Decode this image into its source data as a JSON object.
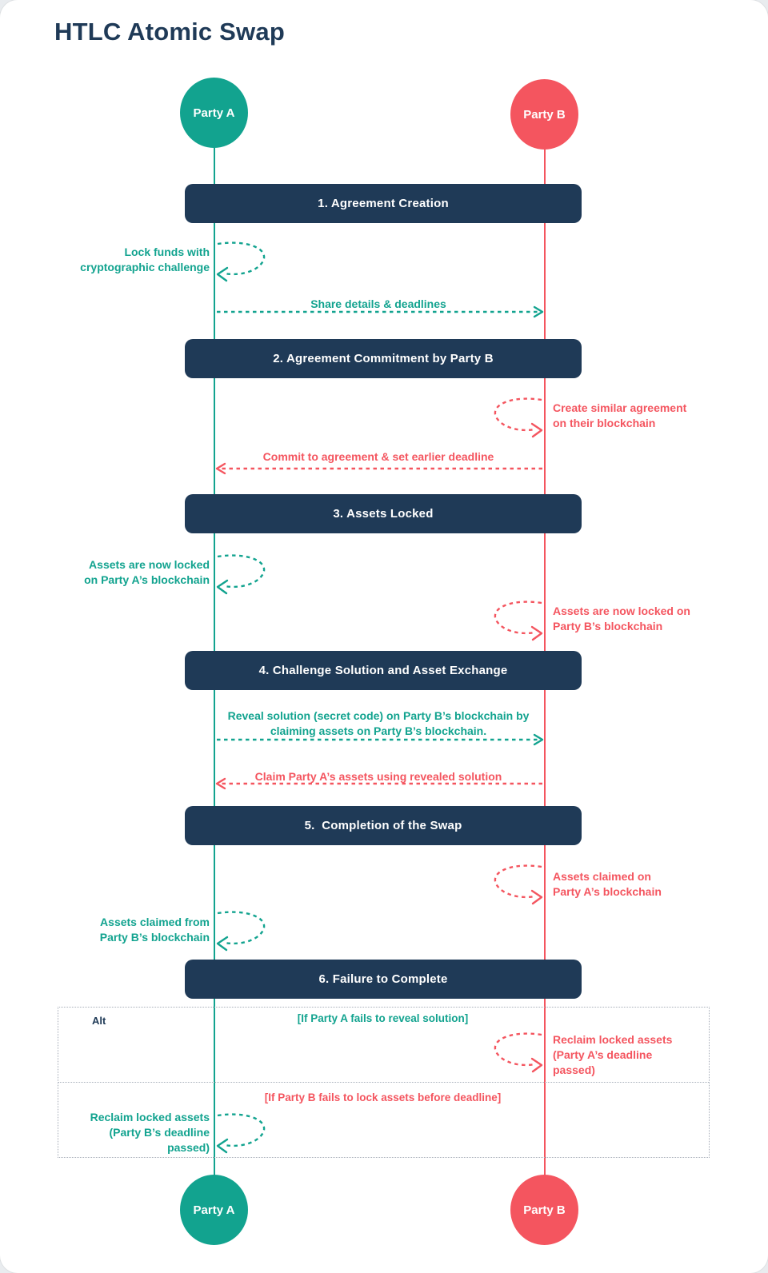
{
  "page": {
    "title": "HTLC Atomic Swap"
  },
  "colors": {
    "navy": "#1F3A57",
    "teal": "#12A38F",
    "red": "#F4555F",
    "alt_border": "#A7ADB8",
    "background": "#FFFFFF"
  },
  "actors": {
    "party_a": "Party A",
    "party_b": "Party B"
  },
  "phases": [
    "1. Agreement Creation",
    "2. Agreement Commitment by Party B",
    "3. Assets Locked",
    "4. Challenge Solution and Asset Exchange",
    "5.  Completion of the Swap",
    "6. Failure to Complete"
  ],
  "self_messages": {
    "lock_funds": "Lock funds with\ncryptographic challenge",
    "create_agreement": "Create similar agreement\non their blockchain",
    "assets_locked_a": "Assets are now locked\non Party A’s blockchain",
    "assets_locked_b": "Assets are now locked on\nParty B’s blockchain",
    "assets_claimed_on_a": "Assets claimed on\nParty A’s blockchain",
    "assets_claimed_from_b": "Assets claimed from\nParty B’s blockchain",
    "reclaim_by_b": "Reclaim locked assets\n(Party A’s deadline\npassed)",
    "reclaim_by_a": "Reclaim locked assets\n(Party B’s deadline\npassed)"
  },
  "arrows": {
    "share_details": "Share details & deadlines",
    "commit": "Commit to agreement & set earlier deadline",
    "reveal": "Reveal solution (secret code) on Party B’s blockchain by\nclaiming assets on Party B’s blockchain.",
    "claim": "Claim Party A’s assets using revealed solution"
  },
  "alt": {
    "label": "Alt",
    "guard_a": "[If Party A fails to reveal solution]",
    "guard_b": "[If Party B fails to lock assets before deadline]"
  }
}
